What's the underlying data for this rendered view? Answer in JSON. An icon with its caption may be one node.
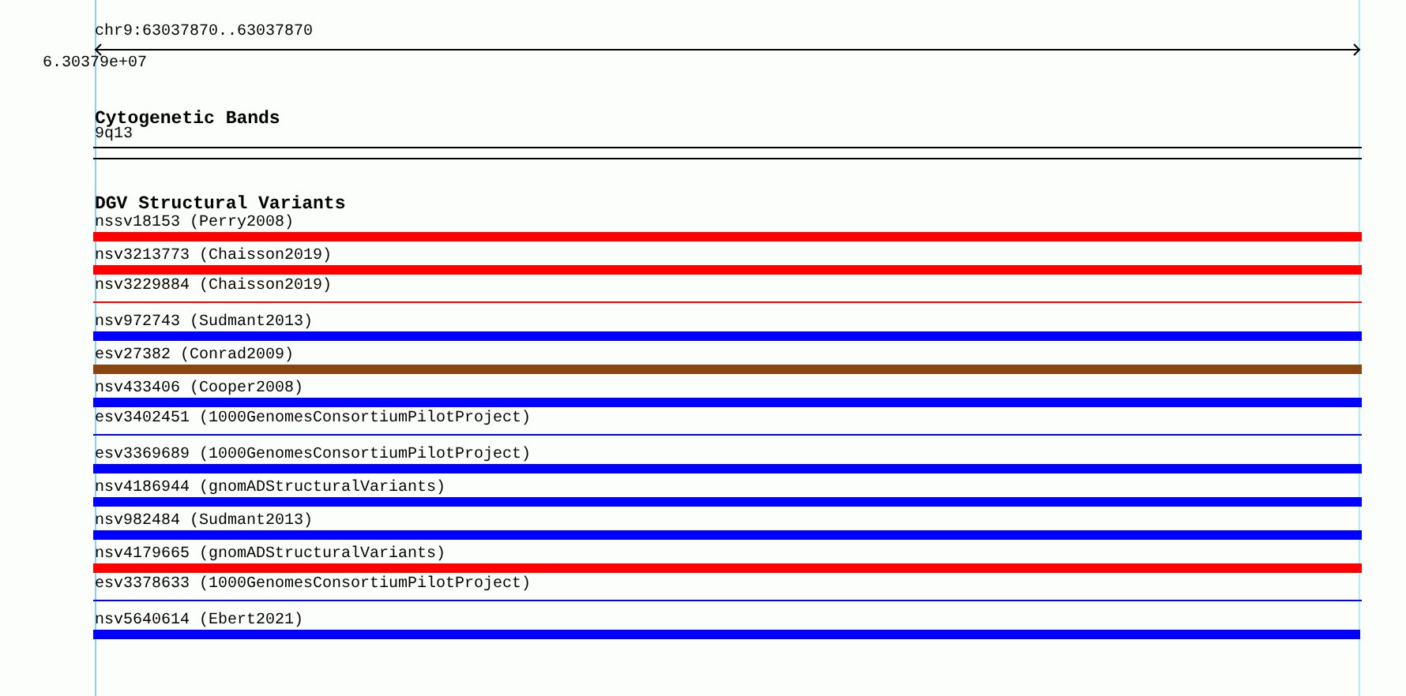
{
  "diagram": {
    "nodes": [
      {
        "text": [],
        "shape": "box",
        "beside": [
          "9q13"
        ]
      },
      {
        "text": [],
        "shape": "bar",
        "beside": [
          "nssv18153 (Perry2008)"
        ]
      },
      {
        "text": [],
        "shape": "bar",
        "beside": [
          "nsv3213773 (Chaisson2019)"
        ]
      },
      {
        "text": [],
        "shape": "line",
        "beside": [
          "nsv3229884 (Chaisson2019)"
        ]
      },
      {
        "text": [],
        "shape": "bar",
        "beside": [
          "nsv972743 (Sudmant2013)"
        ]
      },
      {
        "text": [],
        "shape": "bar",
        "beside": [
          "esv27382 (Conrad2009)"
        ]
      },
      {
        "text": [],
        "shape": "bar",
        "beside": [
          "nsv433406 (Cooper2008)"
        ]
      },
      {
        "text": [],
        "shape": "line",
        "beside": [
          "esv3402451 (1000GenomesConsortiumPilotProject)"
        ]
      },
      {
        "text": [],
        "shape": "bar",
        "beside": [
          "esv3369689 (1000GenomesConsortiumPilotProject)"
        ]
      },
      {
        "text": [],
        "shape": "bar",
        "beside": [
          "nsv4186944 (gnomADStructuralVariants)"
        ]
      },
      {
        "text": [],
        "shape": "bar",
        "beside": [
          "nsv982484 (Sudmant2013)"
        ]
      },
      {
        "text": [],
        "shape": "bar",
        "beside": [
          "nsv4179665 (gnomADStructuralVariants)"
        ]
      },
      {
        "text": [],
        "shape": "line",
        "beside": [
          "esv3378633 (1000GenomesConsortiumPilotProject)"
        ]
      },
      {
        "text": [],
        "shape": "bar",
        "beside": [
          "nsv5640614 (Ebert2021)"
        ]
      }
    ],
    "labels": [
      "chr9:63037870..63037870",
      "6.30379e+07",
      "Cytogenetic Bands",
      "DGV Structural Variants"
    ]
  }
}
